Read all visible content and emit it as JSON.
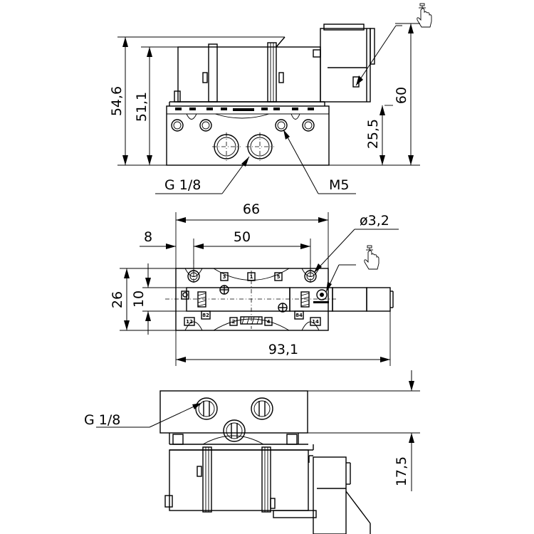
{
  "dimensions": {
    "height_total": "54,6",
    "height_body": "51,1",
    "height_overall": "60",
    "port_height": "25,5",
    "thread_top": "G 1/8",
    "thread_m5": "M5",
    "length_66": "66",
    "length_50": "50",
    "offset_8": "8",
    "hole_diameter": "ø3,2",
    "width_26": "26",
    "width_10": "10",
    "length_total": "93,1",
    "thread_front": "G 1/8",
    "height_17_5": "17,5"
  },
  "port_labels": [
    "12",
    "2",
    "4",
    "14",
    "1",
    "3",
    "5",
    "82",
    "84"
  ],
  "icons": [
    "hand-push-icon",
    "hand-push-icon"
  ]
}
